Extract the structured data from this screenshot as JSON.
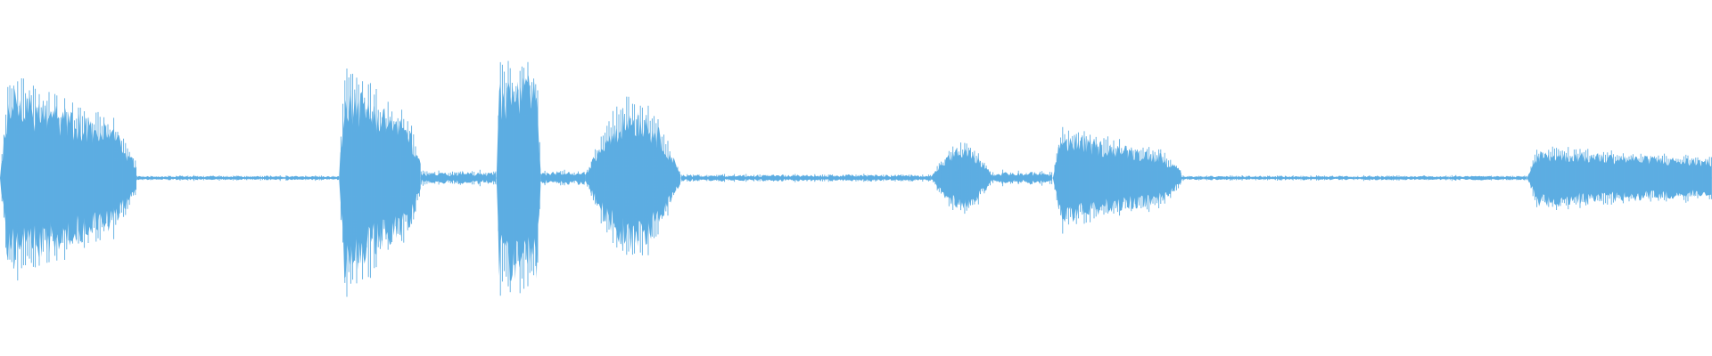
{
  "waveform": {
    "color": "#5dade2",
    "segments": [
      {
        "label": "segment-1",
        "start": 0.0,
        "end": 0.08,
        "peak": 0.92,
        "shape": "decay"
      },
      {
        "label": "segment-2",
        "start": 0.198,
        "end": 0.246,
        "peak": 1.0,
        "shape": "decay"
      },
      {
        "label": "segment-3",
        "start": 0.29,
        "end": 0.316,
        "peak": 0.98,
        "shape": "flat"
      },
      {
        "label": "segment-4",
        "start": 0.342,
        "end": 0.398,
        "peak": 0.7,
        "shape": "bell"
      },
      {
        "label": "segment-5",
        "start": 0.544,
        "end": 0.58,
        "peak": 0.3,
        "shape": "bell"
      },
      {
        "label": "segment-6",
        "start": 0.615,
        "end": 0.69,
        "peak": 0.46,
        "shape": "decay"
      },
      {
        "label": "segment-7",
        "start": 0.892,
        "end": 1.0,
        "peak": 0.28,
        "shape": "tail"
      }
    ],
    "gaps": [
      {
        "start": 0.08,
        "end": 0.198,
        "level": 0.02
      },
      {
        "start": 0.246,
        "end": 0.29,
        "level": 0.06
      },
      {
        "start": 0.316,
        "end": 0.342,
        "level": 0.06
      },
      {
        "start": 0.398,
        "end": 0.544,
        "level": 0.03
      },
      {
        "start": 0.58,
        "end": 0.615,
        "level": 0.06
      },
      {
        "start": 0.69,
        "end": 0.892,
        "level": 0.02
      }
    ]
  }
}
